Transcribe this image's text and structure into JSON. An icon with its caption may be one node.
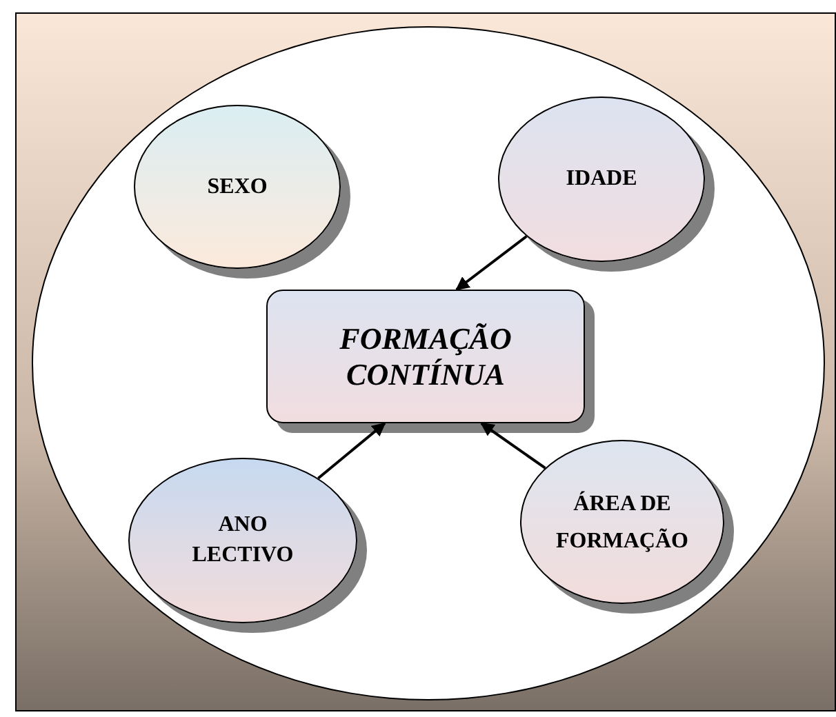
{
  "diagram": {
    "nodes": [
      {
        "text": [],
        "shape": "circle"
      },
      {
        "text": [
          "SEXO"
        ],
        "in": 0
      },
      {
        "text": [
          "IDADE"
        ],
        "in": 0
      },
      {
        "text": [
          "FORMAÇÃO CONTÍNUA"
        ],
        "in": 0
      },
      {
        "text": [
          "ANO LECTIVO"
        ],
        "in": 0
      },
      {
        "text": [
          "ÁREA DE FORMAÇÃO"
        ],
        "in": 0
      }
    ],
    "edges": [
      {
        "from": 2,
        "to": 3,
        "arrow": "to"
      },
      {
        "from": 4,
        "to": 3,
        "arrow": "to"
      },
      {
        "from": 5,
        "to": 3,
        "arrow": "to"
      }
    ]
  }
}
